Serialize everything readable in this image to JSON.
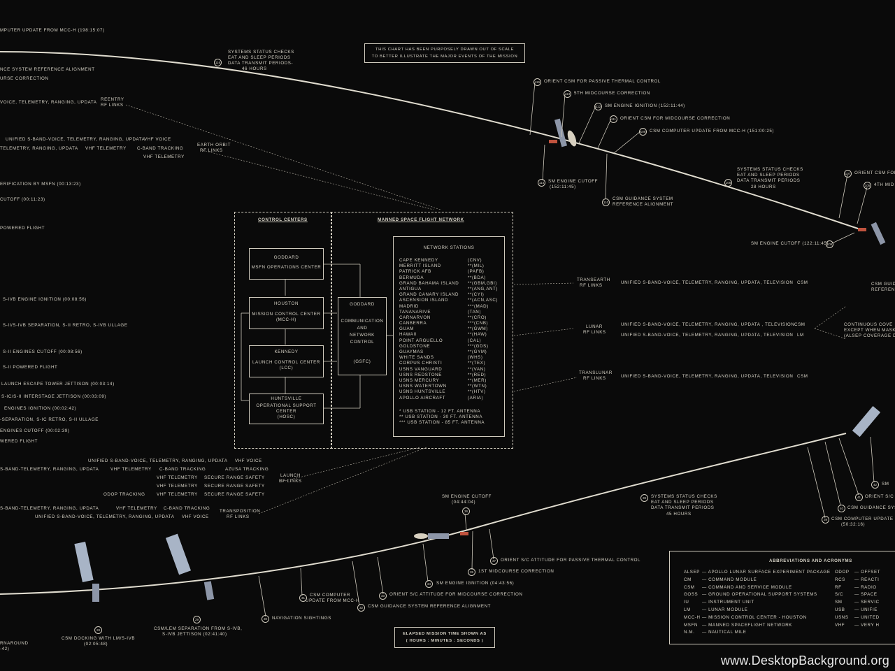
{
  "header_note": [
    "THIS CHART HAS BEEN PURPOSELY DRAWN OUT OF SCALE",
    "TO BETTER ILLUSTRATE THE MAJOR EVENTS OF THE MISSION"
  ],
  "footer_note": [
    "ELAPSED MISSION TIME SHOWN AS",
    "( HOURS : MINUTES : SECONDS )"
  ],
  "watermark": "www.DesktopBackground.org",
  "top_left_events": [
    "MPUTER UPDATE FROM MCC-H (198:15:07)",
    "NCE SYSTEM REFERENCE ALIGNMENT",
    "URSE CORRECTION",
    "VOICE, TELEMETRY, RANGING, UPDATA",
    "ERIFICATION BY MSFN (00:13:23)",
    "CUTOFF (00:11:23)",
    "POWERED FLIGHT",
    "S-IVB ENGINE IGNITION (00:08:56)",
    "S-II/S-IVB SEPARATION, S-II RETRO, S-IVB ULLAGE",
    "S-II ENGINES CUTOFF (00:08:56)",
    "S-II POWERED FLIGHT",
    "LAUNCH ESCAPE TOWER JETTISON (00:03:14)",
    "S-IC/S-II INTERSTAGE JETTISON (00:03:09)",
    "ENGINES IGNITION (00:02:42)",
    "-SEPARATION, S-IC RETRO, S-II ULLAGE",
    "ENGINES CUTOFF (00:02:39)",
    "WERED FLIGHT"
  ],
  "reentry_label": [
    "REENTRY",
    "RF LINKS"
  ],
  "earth_orbit_label": [
    "EARTH ORBIT",
    "RF LINKS"
  ],
  "earth_orbit_links": [
    "UNIFIED S-BAND-VOICE, TELEMETRY, RANGING, UPDATA",
    "VHF VOICE",
    "TELEMETRY, RANGING, UPDATA",
    "VHF TELEMETRY",
    "C-BAND TRACKING",
    "VHF TELEMETRY"
  ],
  "launch_label": [
    "LAUNCH",
    "RF LINKS"
  ],
  "transposition_label": [
    "TRANSPOSITION",
    "RF LINKS"
  ],
  "launch_links": [
    "UNIFIED S-BAND-VOICE, TELEMETRY, RANGING, UPDATA",
    "VHF VOICE",
    "S-BAND-TELEMETRY, RANGING, UPDATA",
    "VHF TELEMETRY",
    "C-BAND TRACKING",
    "AZUSA TRACKING",
    "VHF TELEMETRY",
    "SECURE RANGE SAFETY",
    "VHF TELEMETRY",
    "SECURE RANGE SAFETY",
    "ODOP TRACKING",
    "VHF TELEMETRY",
    "SECURE RANGE SAFETY",
    "S-BAND-TELEMETRY, RANGING, UPDATA",
    "VHF TELEMETRY",
    "C-BAND TRACKING",
    "UNIFIED S-BAND-VOICE, TELEMETRY, RANGING, UPDATA",
    "VHF VOICE"
  ],
  "control_centers": {
    "title": "CONTROL CENTERS",
    "goddard_msfn": [
      "GODDARD",
      "MSFN OPERATIONS CENTER"
    ],
    "houston": [
      "HOUSTON",
      "MISSION CONTROL CENTER",
      "(MCC-H)"
    ],
    "kennedy": [
      "KENNEDY",
      "LAUNCH CONTROL CENTER",
      "(LCC)"
    ],
    "huntsville": [
      "HUNTSVILLE",
      "OPERATIONAL SUPPORT",
      "CENTER",
      "(HOSC)"
    ],
    "goddard_comm": [
      "GODDARD",
      "COMMUNICATION",
      "AND",
      "NETWORK",
      "CONTROL",
      "(GSFC)"
    ]
  },
  "network": {
    "title": "MANNED SPACE FLIGHT NETWORK",
    "stations_title": "NETWORK STATIONS",
    "stations": [
      [
        "CAPE KENNEDY",
        "(CNV)"
      ],
      [
        "MERRITT ISLAND",
        "**(MIL)"
      ],
      [
        "PATRICK AFB",
        "(PAFB)"
      ],
      [
        "BERMUDA",
        "**(BDA)"
      ],
      [
        "GRAND BAHAMA ISLAND",
        "**(GBM,GBI)"
      ],
      [
        "ANTIGUA",
        "**(ANG,ANT)"
      ],
      [
        "GRAND CANARY ISLAND",
        "**(CYI)"
      ],
      [
        "ASCENSION ISLAND",
        "**(ACN,ASC)"
      ],
      [
        "MADRID",
        "***(MAD)"
      ],
      [
        "TANANARIVE",
        "(TAN)"
      ],
      [
        "CARNARVON",
        "**(CRO)"
      ],
      [
        "CANBERRA",
        "***(CNB)"
      ],
      [
        "GUAM",
        "**(GWM)"
      ],
      [
        "HAWAII",
        "**(HAW)"
      ],
      [
        "POINT ARGUELLO",
        "(CAL)"
      ],
      [
        "GOLDSTONE",
        "***(GDS)"
      ],
      [
        "GUAYMAS",
        "**(GYM)"
      ],
      [
        "WHITE SANDS",
        "(WHS)"
      ],
      [
        "CORPUS CHRISTI",
        "**(TEX)"
      ],
      [
        "USNS VANGUARD",
        "**(VAN)"
      ],
      [
        "USNS REDSTONE",
        "**(RED)"
      ],
      [
        "USNS MERCURY",
        "**(MER)"
      ],
      [
        "USNS WATERTOWN",
        "**(WTN)"
      ],
      [
        "USNS HUNTSVILLE",
        "**(HTV)"
      ],
      [
        "APOLLO AIRCRAFT",
        "(ARIA)"
      ]
    ],
    "legend": [
      "* USB STATION - 12 FT. ANTENNA",
      "** USB STATION - 30 FT. ANTENNA",
      "*** USB STATION - 85 FT. ANTENNA"
    ]
  },
  "right_links": {
    "transearth_label": [
      "TRANSEARTH",
      "RF LINKS"
    ],
    "transearth": "UNIFIED S-BAND-VOICE, TELEMETRY, RANGING, UPDATA, TELEVISION",
    "lunar_label": [
      "LUNAR",
      "RF LINKS"
    ],
    "lunar_1": "UNIFIED S-BAND-VOICE, TELEMETRY, RANGING, UPDATA , TELEVISION",
    "lunar_2": "UNIFIED S-BAND-VOICE, TELEMETRY, RANGING, UPDATA, TELEVISION",
    "translunar_label": [
      "TRANSLUNAR",
      "RF LINKS"
    ],
    "translunar": "UNIFIED S-BAND-VOICE, TELEMETRY, RANGING, UPDATA, TELEVISION",
    "csm": "CSM",
    "lm": "LM",
    "continuous": [
      "CONTINUOUS COVE",
      "EXCEPT WHEN MASK",
      "(ALSEP COVERAGE D"
    ]
  },
  "upper_events": [
    {
      "n": "116",
      "text": [
        "SYSTEMS STATUS CHECKS",
        "EAT AND SLEEP PERIODS",
        "DATA TRANSMIT PERIODS-",
        "46 HOURS"
      ]
    },
    {
      "n": "115",
      "text": [
        "ORIENT CSM FOR PASSIVE THERMAL CONTROL"
      ]
    },
    {
      "n": "113",
      "text": [
        "5TH MIDCOURSE CORRECTION"
      ]
    },
    {
      "n": "112",
      "text": [
        "SM ENGINE IGNITION (152:11:44)"
      ]
    },
    {
      "n": "111",
      "text": [
        "ORIENT CSM  FOR MIDCOURSE CORRECTION"
      ]
    },
    {
      "n": "109",
      "text": [
        "CSM COMPUTER UPDATE FROM MCC-H (151:00:25)"
      ]
    },
    {
      "n": "114",
      "text": [
        "SM ENGINE CUTOFF",
        "(152:11:45)"
      ]
    },
    {
      "n": "110",
      "text": [
        "CSM GUIDANCE SYSTEM",
        "REFERENCE ALIGNMENT"
      ]
    },
    {
      "n": "108",
      "text": [
        "SYSTEMS STATUS CHECKS",
        "EAT AND SLEEP PERIODS",
        "DATA TRANSMIT PERIODS",
        "28 HOURS"
      ]
    },
    {
      "n": "107",
      "text": [
        "ORIENT CSM FOR"
      ]
    },
    {
      "n": "105",
      "text": [
        "4TH MID"
      ]
    },
    {
      "n": "106",
      "text": [
        "SM ENGINE CUTOFF (122:11:45)"
      ]
    },
    {
      "n": "",
      "text": [
        "CSM GUID",
        "REFEREN"
      ]
    }
  ],
  "lower_events": [
    {
      "n": "36",
      "text": [
        "SM ENGINE CUTOFF",
        "(04:44:04)"
      ]
    },
    {
      "n": "38",
      "text": [
        "SYSTEMS STATUS CHECKS",
        "EAT AND SLEEP PERIODS",
        "DATA TRANSMIT PERIODS",
        "45 HOURS"
      ]
    },
    {
      "n": "37",
      "text": [
        "ORIENT S/C ATTITUDE FOR PASSIVE THERMAL CONTROL"
      ]
    },
    {
      "n": "35",
      "text": [
        "1ST MIDCOURSE CORRECTION"
      ]
    },
    {
      "n": "34",
      "text": [
        "SM ENGINE IGNITION (04:43:56)"
      ]
    },
    {
      "n": "33",
      "text": [
        "ORIENT S/C ATTITUDE FOR MIDCOURSE CORRECTION"
      ]
    },
    {
      "n": "32",
      "text": [
        "CSM GUIDANCE SYSTEM REFERENCE ALIGNMENT"
      ]
    },
    {
      "n": "31",
      "text": [
        "CSM COMPUTER",
        "UPDATE FROM MCC-H"
      ]
    },
    {
      "n": "30",
      "text": [
        "NAVIGATION SIGHTINGS"
      ]
    },
    {
      "n": "29",
      "text": [
        "CSM/LEM SEPARATION FROM S-IVB,",
        "S-IVB JETTISON (02:41:40)"
      ]
    },
    {
      "n": "28",
      "text": [
        "CSM DOCKING WITH LM/S-IVB",
        "(02:05:48)"
      ]
    },
    {
      "n": "",
      "text": [
        "RNAROUND",
        "-42)"
      ]
    },
    {
      "n": "42",
      "text": [
        "SM"
      ]
    },
    {
      "n": "41",
      "text": [
        "ORIENT S/C"
      ]
    },
    {
      "n": "40",
      "text": [
        "CSM GUIDANCE SYS"
      ]
    },
    {
      "n": "39",
      "text": [
        "CSM COMPUTER UPDATE FRO",
        "(50:32:16)"
      ]
    }
  ],
  "abbreviations": {
    "title": "ABBREVIATIONS  AND  ACRONYMS",
    "left": [
      [
        "ALSEP",
        "APOLLO LUNAR SURFACE EXPERIMENT PACKAGE"
      ],
      [
        "CM",
        "COMMAND MODULE"
      ],
      [
        "CSM",
        "COMMAND AND SERVICE MODULE"
      ],
      [
        "GOSS",
        "GROUND OPERATIONAL SUPPORT SYSTEMS"
      ],
      [
        "IU",
        "INSTRUMENT UNIT"
      ],
      [
        "LM",
        "LUNAR MODULE"
      ],
      [
        "MCC-H",
        "MISSION CONTROL CENTER - HOUSTON"
      ],
      [
        "MSFN",
        "MANNED SPACEFLIGHT NETWORK"
      ],
      [
        "N.M.",
        "NAUTICAL MILE"
      ]
    ],
    "right": [
      [
        "ODOP",
        "OFFSET"
      ],
      [
        "RCS",
        "REACTI"
      ],
      [
        "RF",
        "RADIO"
      ],
      [
        "S/C",
        "SPACE"
      ],
      [
        "SM",
        "SERVIC"
      ],
      [
        "USB",
        "UNIFIE"
      ],
      [
        "USNS",
        "UNITED"
      ],
      [
        "VHF",
        "VERY H"
      ]
    ]
  },
  "colors": {
    "background": "#0a0a0a",
    "line": "#cfcabd",
    "text": "#d6d2c6",
    "marker": "#c0533e"
  }
}
